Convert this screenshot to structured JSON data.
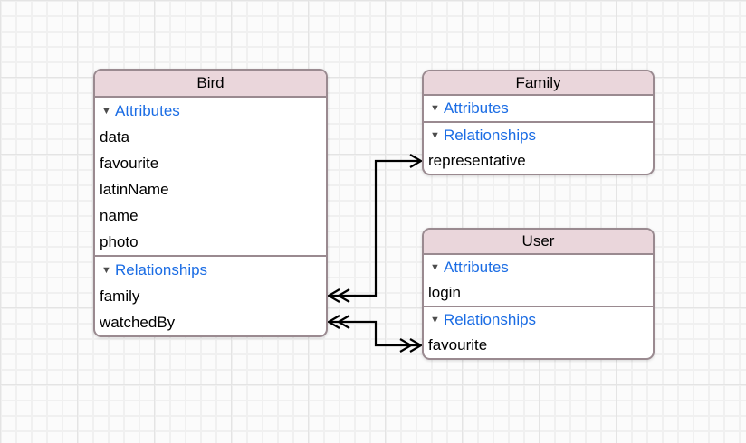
{
  "diagram": {
    "editor": "core-data-model-graph",
    "entities": [
      {
        "name": "Bird",
        "sections": [
          {
            "label": "Attributes",
            "items": [
              "data",
              "favourite",
              "latinName",
              "name",
              "photo"
            ]
          },
          {
            "label": "Relationships",
            "items": [
              "family",
              "watchedBy"
            ]
          }
        ]
      },
      {
        "name": "Family",
        "sections": [
          {
            "label": "Attributes",
            "items": []
          },
          {
            "label": "Relationships",
            "items": [
              "representative"
            ]
          }
        ]
      },
      {
        "name": "User",
        "sections": [
          {
            "label": "Attributes",
            "items": [
              "login"
            ]
          },
          {
            "label": "Relationships",
            "items": [
              "favourite"
            ]
          }
        ]
      }
    ],
    "connectors": [
      {
        "between": [
          "Bird.family",
          "Family.representative"
        ],
        "bird_end_arrowhead": "double",
        "family_end_arrowhead": "single"
      },
      {
        "between": [
          "Bird.watchedBy",
          "User.favourite"
        ],
        "bird_end_arrowhead": "double",
        "user_end_arrowhead": "double"
      }
    ]
  },
  "icons": {
    "disclosure_triangle": "▼"
  },
  "colors": {
    "canvas_bg": "#fbfbfb",
    "grid_minor": "#f0f0f0",
    "grid_major": "#e4e4e4",
    "entity_border": "#9a8a90",
    "entity_header_fill": "#ead6db",
    "section_link_blue": "#1a6ce4",
    "disclosure_triangle_gray": "#4c4c4c",
    "connector_black": "#000000",
    "row_text": "#000000"
  }
}
